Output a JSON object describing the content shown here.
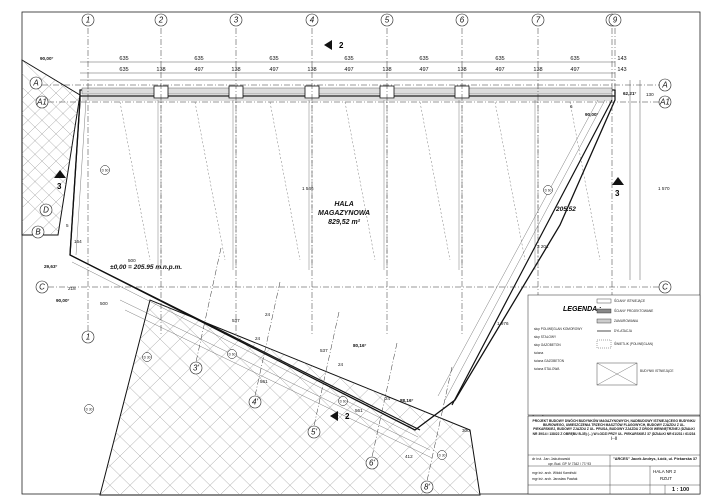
{
  "axes_numeric": [
    "1",
    "2",
    "3",
    "4",
    "5",
    "6",
    "7",
    "8",
    "9"
  ],
  "axes_letter": [
    "A",
    "A1",
    "B",
    "C",
    "D"
  ],
  "rotated_axes": [
    "3'",
    "4'",
    "5'",
    "6'",
    "8'"
  ],
  "section_marks": [
    "2",
    "3"
  ],
  "top_dims_row1": [
    "635",
    "635",
    "635",
    "635",
    "635",
    "635",
    "635",
    "143"
  ],
  "top_dims_row2": [
    "635",
    "138",
    "497",
    "138",
    "497",
    "138",
    "497",
    "138",
    "497",
    "138",
    "497",
    "138",
    "497",
    "143"
  ],
  "angles": [
    "90,00°",
    "62,21°",
    "90,00°",
    "29,63°",
    "90,00°",
    "80,16°",
    "88,16°"
  ],
  "hall": {
    "name_line1": "HALA",
    "name_line2": "MAGAZYNOWA",
    "area": "829,52 m²"
  },
  "level": "±0,00 = 205.95 m.n.p.m.",
  "right_level": "205.52",
  "misc_dims": [
    "130",
    "1 570",
    "1 546",
    "3 201",
    "1 976",
    "500",
    "500",
    "300",
    "412",
    "218",
    "164",
    "537",
    "24",
    "24",
    "537",
    "24",
    "561",
    "24",
    "561",
    "5",
    "6"
  ],
  "door_tags": [
    "D 60",
    "D 30",
    "D 60",
    "D 60",
    "D 30",
    "D 60",
    "D 30"
  ],
  "legend": {
    "title": "LEGENDA :",
    "items": [
      "ŚCIANY ISTNIEJĄCE",
      "ŚCIANY PROJEKTOWANE",
      "ZAMUROWANIA",
      "DYLATACJA",
      "ŚWIETLIK (POLIWĘGLAN)",
      "BUDYNKI ISTNIEJĄCE"
    ],
    "left_notes": [
      "słup POLIWĘGLAN KOMOROWY",
      "słup STALOWY",
      "słup GAZOBETON",
      "ściana",
      "ściana GAZOBETON",
      "ściana STALOWA"
    ]
  },
  "title_block": {
    "project": "PROJEKT BUDOWY DWÓCH BUDYNKÓW MAGAZYNOWYCH, NADBUDOWY ISTNIEJĄCEGO BUDYNKU BIUROWEGO, UMIESZCZENIA TRZECH MASZTÓW FLAGOWYCH, BUDOWY ZJAZDU Z UL. PIEKARSKIEJ, BUDOWY ZJAZDU Z UL. PRUSA, BUDOWY ZJAZDU Z DROGI WEWNĘTRZNEJ (DZIAŁKI NR 39/14 i 138/22 Z OBRĘBU B-35) (...) W ŁODZI PRZY UL. PIEKARSKIEJ 37 (DZIAŁKI NR 61/231 i 61/234 (...))",
    "designer_label": "dr inż. Jan Jakubowski",
    "designer_right": "upr. Bud. GP IV 7342 / 77/ 93",
    "author1": "mgr inż. arch. Witold Kamiński",
    "author2": "mgr inż. arch. Jarosław Pawlak",
    "company": "\"ARCES\" Jacek Andrys, Łódź, ul. Piekarska 37",
    "sheet_no": "HALA NR 2",
    "sheet_name": "RZUT",
    "scale": "1 : 100"
  }
}
